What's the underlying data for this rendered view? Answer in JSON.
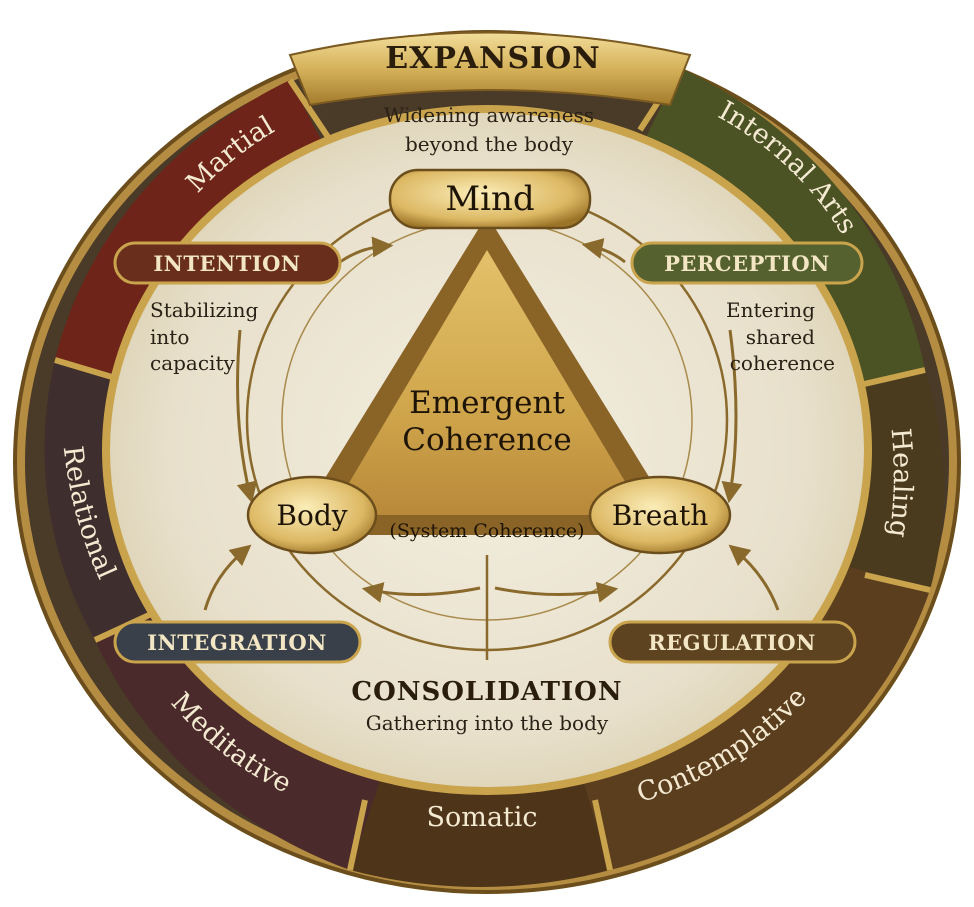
{
  "colors": {
    "martial": "#6e2418",
    "internal_arts": "#4b5224",
    "healing": "#4a3a1e",
    "contemplative": "#5a3e1e",
    "somatic": "#4e3418",
    "meditative": "#4a2a2a",
    "relational": "#3e2e2e",
    "gold": "#c9a44c",
    "parchment": "#ede6d4"
  },
  "outer_ring": {
    "expansion_title": "EXPANSION",
    "segments": {
      "martial": "Martial",
      "internal_arts": "Internal Arts",
      "healing": "Healing",
      "contemplative": "Contemplative",
      "somatic": "Somatic",
      "meditative": "Meditative",
      "relational": "Relational"
    }
  },
  "top_text": {
    "line1": "Widening awareness",
    "line2": "beyond the body"
  },
  "nodes": {
    "mind": "Mind",
    "body": "Body",
    "breath": "Breath",
    "center_line1": "Emergent",
    "center_line2": "Coherence",
    "system": "(System Coherence)"
  },
  "pills": {
    "intention": "INTENTION",
    "perception": "PERCEPTION",
    "integration": "INTEGRATION",
    "regulation": "REGULATION"
  },
  "left_text": {
    "line1": "Stabilizing",
    "line2": "into",
    "line3": "capacity"
  },
  "right_text": {
    "line1": "Entering",
    "line2": "shared",
    "line3": "coherence"
  },
  "bottom_text": {
    "title": "CONSOLIDATION",
    "subtitle": "Gathering into the body"
  }
}
